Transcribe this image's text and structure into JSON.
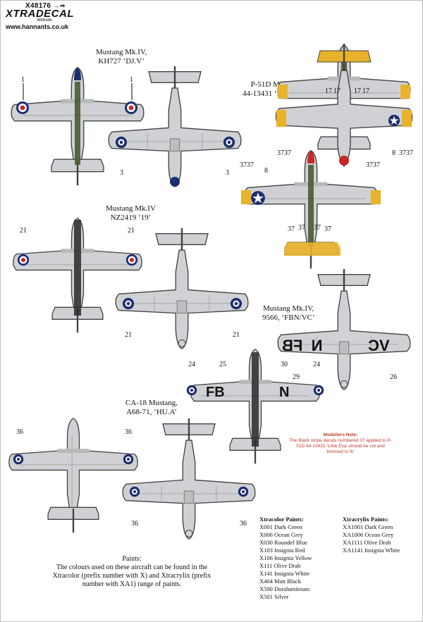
{
  "header": {
    "code": "X48176",
    "arrow": "→⇒",
    "brand": "XTRADECAL",
    "web": "Website",
    "url": "www.hannants.co.uk"
  },
  "captions": {
    "c1": {
      "l1": "Mustang Mk.IV,",
      "l2": "KH727 ‘DJ.V’"
    },
    "c2": {
      "l1": "P-51D Mustang,",
      "l2": "44-13431 ‘Little Eva’"
    },
    "c3": {
      "l1": "Mustang Mk.IV",
      "l2": "NZ2419 ‘19’"
    },
    "c4": {
      "l1": "Mustang Mk.IV,",
      "l2": "9566, ‘FBN/VC’"
    },
    "c5": {
      "l1": "CA-18 Mustang,",
      "l2": "A68-71, ‘HU.A’"
    }
  },
  "callouts": {
    "n1a": "1",
    "n1b": "1",
    "n3a": "3",
    "n3b": "3",
    "n17a": "17",
    "n17b": "17",
    "n17c": "17",
    "n17d": "17",
    "n3737a": "3737",
    "n8a": "8",
    "n3737b": "3737",
    "n8b": "8",
    "n3737c": "3737",
    "n21a": "21",
    "n21b": "21",
    "n21c": "21",
    "n21d": "21",
    "n37a": "37",
    "n37b": "37",
    "n37c": "37",
    "n37d": "37",
    "n24a": "24",
    "n25": "25",
    "n30": "30",
    "n24b": "24",
    "n29": "29",
    "n26": "26",
    "n36a": "36",
    "n36b": "36",
    "n36c": "36",
    "n36d": "36"
  },
  "codes": {
    "fb": "FB",
    "n": "N",
    "vc": "VC"
  },
  "note": {
    "title": "Modellers Note:",
    "body": "The Black stripe decals numbered 37 applied to P-51D 44-13431 ‘Little Eva’ should be cut and trimmed to fit."
  },
  "paints": {
    "title": "Paints:",
    "body": "The colours used on these aircraft can be found in the Xtracolor (prefix number with X) and Xtracrylix (prefix number with XA1) range of paints."
  },
  "xtracolor": {
    "title": "Xtracolor Paints:",
    "items": [
      "X001 Dark Green",
      "X006 Ocean Grey",
      "X030 Roundel Blue",
      "X103 Insignia Red",
      "X106 Insignia Yellow",
      "X111 Olive Drab",
      "X141 Insignia White",
      "X404 Matt Black",
      "X500 Duraluminium",
      "X501 Silver"
    ]
  },
  "xtracrylix": {
    "title": "Xtracrylix Paints:",
    "items": [
      "XA1001 Dark Green",
      "XA1006 Ocean Grey",
      "XA1111 Olive Drab",
      "XA1141 Insignia White"
    ]
  }
}
